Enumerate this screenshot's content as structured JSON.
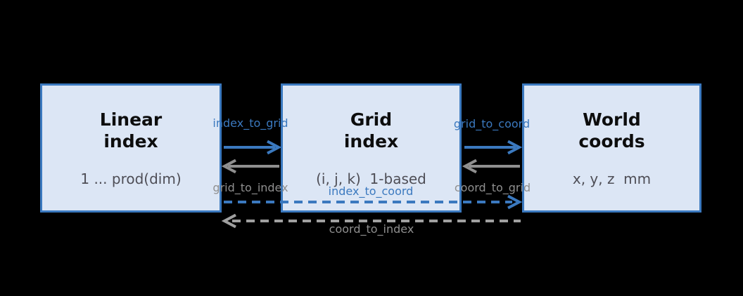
{
  "diagram": {
    "boxes": [
      {
        "id": "linear",
        "title_line1": "Linear",
        "title_line2": "index",
        "subtitle": "1 ... prod(dim)"
      },
      {
        "id": "grid",
        "title_line1": "Grid",
        "title_line2": "index",
        "subtitle": "(i, j, k)  1-based"
      },
      {
        "id": "world",
        "title_line1": "World",
        "title_line2": "coords",
        "subtitle": "x, y, z  mm"
      }
    ],
    "arrow_labels": {
      "index_to_grid": "index_to_grid",
      "grid_to_index": "grid_to_index",
      "grid_to_coord": "grid_to_coord",
      "coord_to_grid": "coord_to_grid",
      "index_to_coord": "index_to_coord",
      "coord_to_index": "coord_to_index"
    },
    "arrows": [
      {
        "name": "index_to_grid",
        "style": "solid",
        "direction": "right",
        "color": "#3b79bf"
      },
      {
        "name": "grid_to_index",
        "style": "solid",
        "direction": "left",
        "color": "#8f8f8f"
      },
      {
        "name": "grid_to_coord",
        "style": "solid",
        "direction": "right",
        "color": "#3b79bf"
      },
      {
        "name": "coord_to_grid",
        "style": "solid",
        "direction": "left",
        "color": "#8f8f8f"
      },
      {
        "name": "index_to_coord",
        "style": "dashed",
        "direction": "right",
        "color": "#3b79bf"
      },
      {
        "name": "coord_to_index",
        "style": "dashed",
        "direction": "left",
        "color": "#a0a0a0"
      }
    ],
    "colors": {
      "background": "#000000",
      "box_fill": "#dce6f5",
      "box_border": "#3b79bf",
      "blue": "#3b79bf",
      "gray": "#8f8f8f",
      "title_text": "#0d0d0d",
      "subtitle_text": "#4e4e56"
    }
  }
}
